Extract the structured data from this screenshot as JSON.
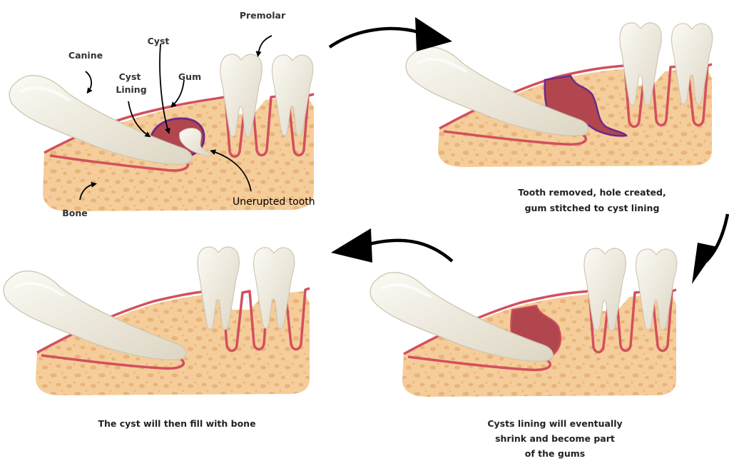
{
  "labels": {
    "premolar": "Premolar",
    "cyst": "Cyst",
    "canine": "Canine",
    "cyst_lining_1": "Cyst",
    "cyst_lining_2": "Lining",
    "gum": "Gum",
    "unerupted_tooth": "Unerupted tooth",
    "bone": "Bone"
  },
  "captions": {
    "step2": [
      "Tooth removed, hole created,",
      "gum stitched to cyst lining"
    ],
    "step3": [
      "Cysts lining will eventually",
      "shrink and become part",
      "of the gums"
    ],
    "step4": [
      "The cyst will then fill with bone"
    ]
  },
  "colors": {
    "bone": "#f5cd9a",
    "bone_spots": "#e9b47a",
    "gum": "#d2505e",
    "cyst": "#b2464f",
    "cyst_outline": "#6c2a8a",
    "tooth": "#f4f1e7",
    "tooth_shadow": "#d5cfbd",
    "arrow": "#000000"
  }
}
